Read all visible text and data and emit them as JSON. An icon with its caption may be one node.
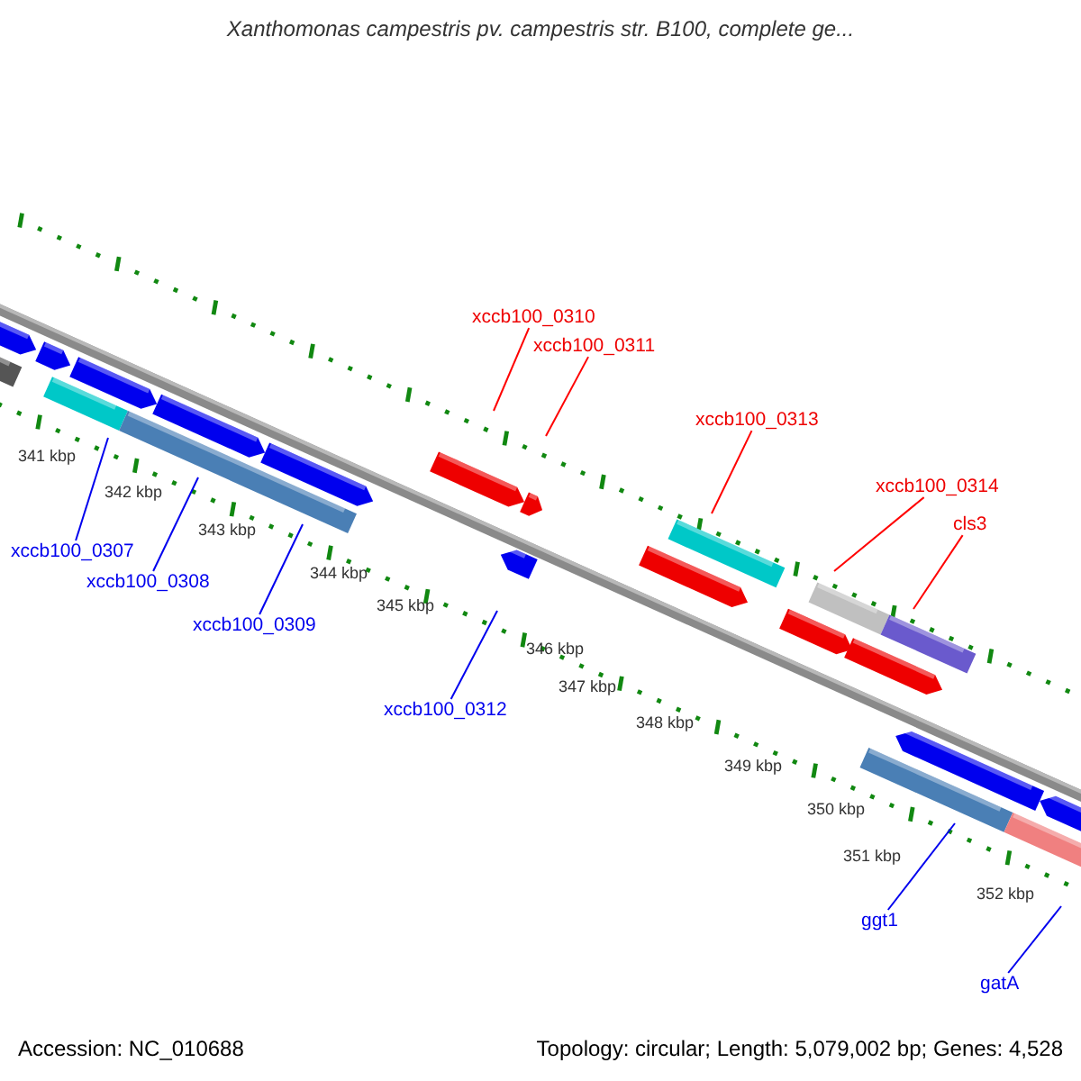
{
  "diagram": {
    "title": "Xanthomonas campestris pv. campestris str. B100, complete ge...",
    "nodes": [
      {
        "text": [
          "xccb100_0310"
        ]
      },
      {
        "text": [
          "xccb100_0311"
        ]
      },
      {
        "text": [
          "xccb100_0313"
        ]
      },
      {
        "text": [
          "xccb100_0314"
        ]
      },
      {
        "text": [
          "cls3"
        ]
      },
      {
        "text": [
          "xccb100_0307"
        ]
      },
      {
        "text": [
          "xccb100_0308"
        ]
      },
      {
        "text": [
          "xccb100_0309"
        ]
      },
      {
        "text": [
          "xccb100_0312"
        ]
      },
      {
        "text": [
          "ggt1"
        ]
      },
      {
        "text": [
          "gatA"
        ]
      }
    ],
    "edges": [
      {
        "from": 0,
        "to": null,
        "arrow": "none",
        "color": "#ff0000"
      },
      {
        "from": 1,
        "to": null,
        "arrow": "none",
        "color": "#ff0000"
      },
      {
        "from": 2,
        "to": null,
        "arrow": "none",
        "color": "#ff0000"
      },
      {
        "from": 3,
        "to": null,
        "arrow": "none",
        "color": "#ff0000"
      },
      {
        "from": 4,
        "to": null,
        "arrow": "none",
        "color": "#ff0000"
      },
      {
        "from": 5,
        "to": null,
        "arrow": "none"
      },
      {
        "from": 6,
        "to": null,
        "arrow": "none"
      },
      {
        "from": 7,
        "to": null,
        "arrow": "none"
      },
      {
        "from": 8,
        "to": null,
        "arrow": "none"
      },
      {
        "from": 9,
        "to": null,
        "arrow": "none"
      },
      {
        "from": 10,
        "to": null,
        "arrow": "none"
      }
    ],
    "labels": [
      "341 kbp",
      "342 kbp",
      "343 kbp",
      "344 kbp",
      "345 kbp",
      "346 kbp",
      "347 kbp",
      "348 kbp",
      "349 kbp",
      "350 kbp",
      "351 kbp",
      "352 kbp",
      "Accession: NC_010688",
      "Topology: circular; Length: 5,079,002 bp; Genes: 4,528"
    ]
  }
}
